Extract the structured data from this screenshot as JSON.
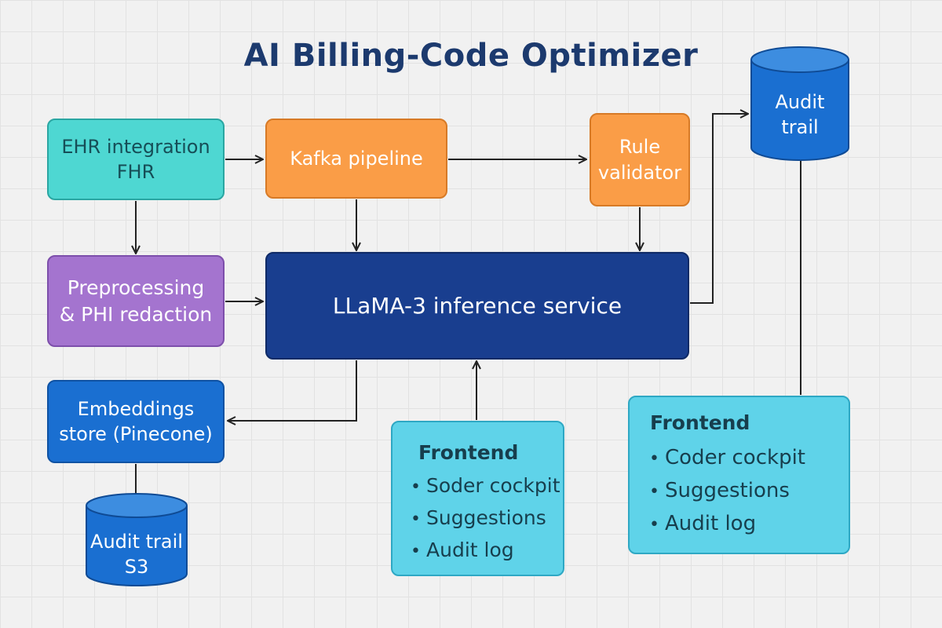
{
  "title": "AI Billing-Code Optimizer",
  "nodes": {
    "ehr": {
      "line1": "EHR integration",
      "line2": "FHR"
    },
    "kafka": {
      "label": "Kafka pipeline"
    },
    "rule": {
      "line1": "Rule",
      "line2": "validator"
    },
    "prep": {
      "line1": "Preprocessing",
      "line2": "& PHI redaction"
    },
    "llama": {
      "label": "LLaMA-3 inference service"
    },
    "embeddings": {
      "line1": "Embeddings",
      "line2": "store (Pinecone)"
    },
    "audit_s3": {
      "line1": "Audit trail",
      "line2": "S3"
    },
    "audit_top": {
      "line1": "Audit",
      "line2": "trail"
    }
  },
  "frontend_middle": {
    "title": "Frontend",
    "items": [
      "Soder cockpit",
      "Suggestions",
      "Audit log"
    ]
  },
  "frontend_right": {
    "title": "Frontend",
    "items": [
      "Coder cockpit",
      "Suggestions",
      "Audit log"
    ]
  },
  "bullet": "•",
  "colors": {
    "title": "#1c3a6e",
    "ehr": "#4ed7d2",
    "kafka": "#fa9d47",
    "preprocessing": "#a474cf",
    "llama": "#193e8f",
    "storage": "#1a6fd1",
    "frontend": "#5fd3e9"
  }
}
